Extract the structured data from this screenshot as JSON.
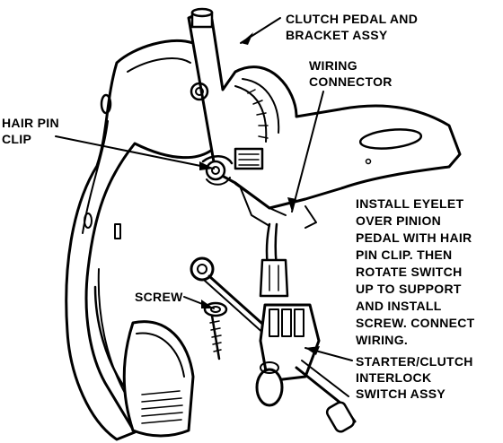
{
  "labels": {
    "clutch_pedal": [
      "CLUTCH PEDAL AND",
      "BRACKET ASSY"
    ],
    "wiring_connector": [
      "WIRING",
      "CONNECTOR"
    ],
    "hair_pin_clip": [
      "HAIR PIN",
      "CLIP"
    ],
    "instruction": [
      "INSTALL EYELET",
      "OVER PINION",
      "PEDAL WITH HAIR",
      "PIN CLIP. THEN",
      "ROTATE SWITCH",
      "UP TO SUPPORT",
      "AND INSTALL",
      "SCREW. CONNECT",
      "WIRING."
    ],
    "screw": [
      "SCREW"
    ],
    "interlock_switch": [
      "STARTER/CLUTCH",
      "INTERLOCK",
      "SWITCH ASSY"
    ]
  },
  "colors": {
    "ink": "#000000",
    "paper": "#ffffff"
  }
}
